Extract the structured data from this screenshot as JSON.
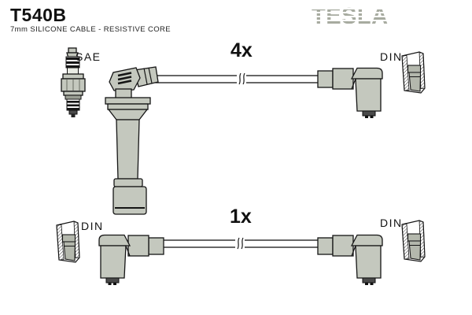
{
  "header": {
    "product_code": "T540B",
    "product_subtitle": "7mm SILICONE CABLE - RESISTIVE CORE",
    "brand": "TESLA"
  },
  "diagram": {
    "top_cable": {
      "quantity": "4x",
      "plug_end_label": "SAE",
      "terminal_end_label": "DIN"
    },
    "bottom_cable": {
      "quantity": "1x",
      "left_terminal_label": "DIN",
      "right_terminal_label": "DIN"
    }
  },
  "colors": {
    "background": "#ffffff",
    "part_fill": "#c4c8be",
    "terminal_fill": "#b4b8ad",
    "outline": "#151515",
    "brand_gray": "#a7aba0"
  }
}
